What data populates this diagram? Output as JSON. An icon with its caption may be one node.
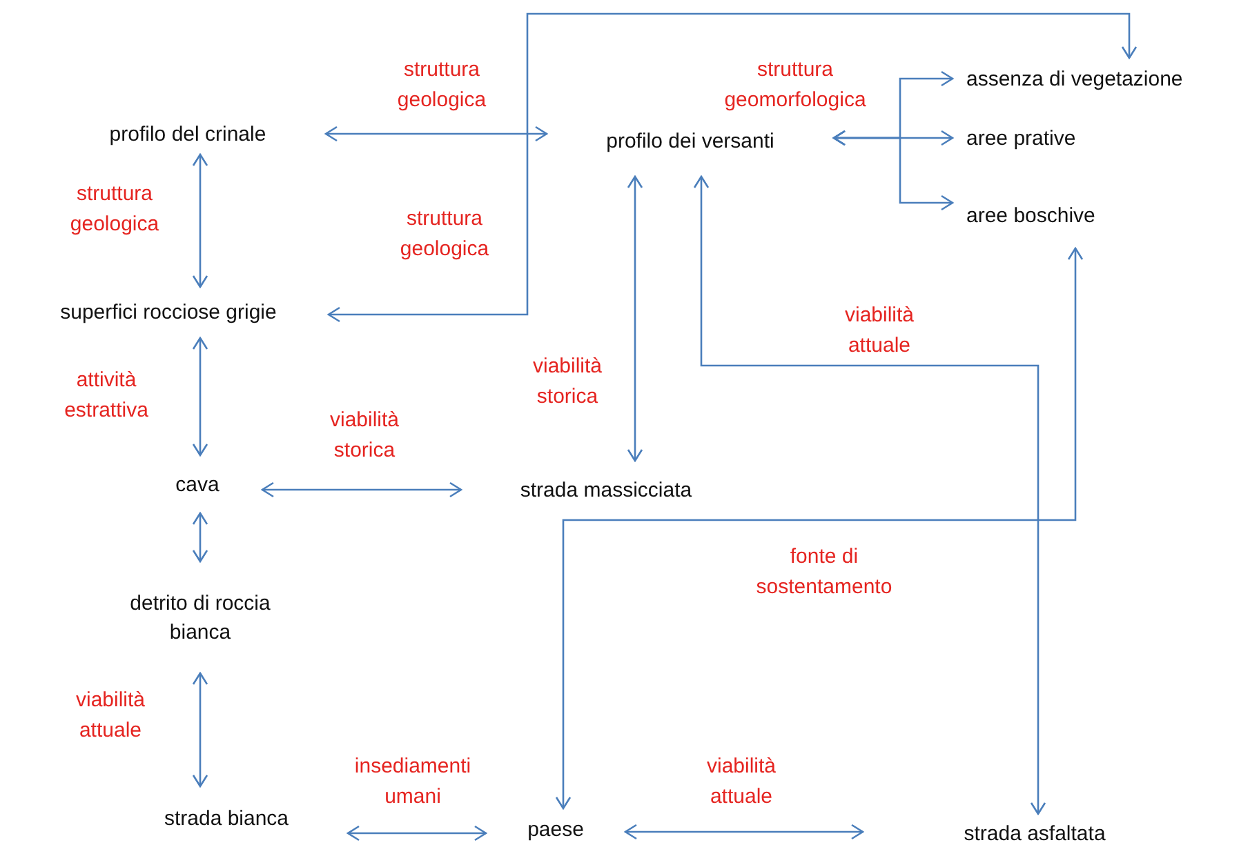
{
  "diagram": {
    "nodes": [
      {
        "text": [
          "profilo del crinale"
        ]
      },
      {
        "text": [
          "profilo dei versanti"
        ]
      },
      {
        "text": [
          "assenza di vegetazione"
        ]
      },
      {
        "text": [
          "aree prative"
        ]
      },
      {
        "text": [
          "aree boschive"
        ]
      },
      {
        "text": [
          "superfici rocciose grigie"
        ]
      },
      {
        "text": [
          "cava"
        ]
      },
      {
        "text": [
          "strada massicciata"
        ]
      },
      {
        "text": [
          "detrito di roccia bianca"
        ]
      },
      {
        "text": [
          "strada bianca"
        ]
      },
      {
        "text": [
          "paese"
        ]
      },
      {
        "text": [
          "strada asfaltata"
        ]
      }
    ],
    "edges": [
      {
        "from": 0,
        "to": 1,
        "arrow": "both",
        "label": "struttura geologica"
      },
      {
        "from": 0,
        "to": 5,
        "arrow": "both",
        "label": "struttura geologica"
      },
      {
        "from": 5,
        "to": 2,
        "arrow": "both",
        "label": "struttura geologica"
      },
      {
        "from": 1,
        "to": 2,
        "arrow": "both"
      },
      {
        "from": 1,
        "to": 3,
        "arrow": "both",
        "label": "struttura geomorfologica"
      },
      {
        "from": 1,
        "to": 4,
        "arrow": "both"
      },
      {
        "from": 1,
        "to": 7,
        "arrow": "both",
        "label": "viabilità storica"
      },
      {
        "from": 1,
        "to": 11,
        "arrow": "both",
        "label": "viabilità attuale"
      },
      {
        "from": 4,
        "to": 10,
        "arrow": "both",
        "label": "fonte di sostentamento"
      },
      {
        "from": 5,
        "to": 6,
        "arrow": "both",
        "label": "attività estrattiva"
      },
      {
        "from": 6,
        "to": 7,
        "arrow": "both",
        "label": "viabilità storica"
      },
      {
        "from": 6,
        "to": 8,
        "arrow": "both"
      },
      {
        "from": 8,
        "to": 9,
        "arrow": "both",
        "label": "viabilità attuale"
      },
      {
        "from": 9,
        "to": 10,
        "arrow": "both",
        "label": "insediamenti umani"
      },
      {
        "from": 10,
        "to": 11,
        "arrow": "both",
        "label": "viabilità attuale"
      }
    ]
  }
}
